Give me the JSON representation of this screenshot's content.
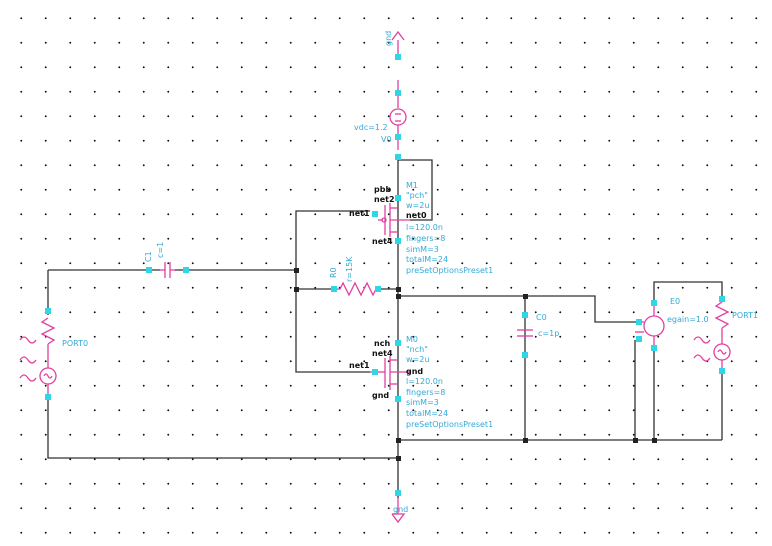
{
  "colors": {
    "wire": "#333333",
    "symbol": "#e040a0",
    "pin": "#2fd6e6",
    "label": "#33a9d6",
    "net_label": "#111111"
  },
  "vdd_net": "gnd",
  "gnd_net": "gnd",
  "v0": {
    "name": "V0",
    "value": "vdc=1.2"
  },
  "m1": {
    "name": "M1",
    "bulk": "pbb",
    "model": "\"pch\"",
    "drain": "net2",
    "w": "w=2u",
    "source": "net0",
    "gate_net": "net1",
    "drain_net": "net4",
    "l": "l=120.0n",
    "fingers": "fingers=8",
    "simM": "simM=3",
    "totalM": "totalM=24",
    "preset": "preSetOptionsPreset1"
  },
  "r0": {
    "name": "R0",
    "value": "r=15K"
  },
  "m0": {
    "name": "M0",
    "bulk": "nch",
    "model": "\"nch\"",
    "drain_net": "net4",
    "w": "w=2u",
    "gate_net": "net1",
    "source_net": "gnd",
    "bulk_net": "gnd",
    "l": "l=120.0n",
    "fingers": "fingers=8",
    "simM": "simM=3",
    "totalM": "totalM=24",
    "preset": "preSetOptionsPreset1"
  },
  "c1": {
    "name": "C1",
    "value": "c=1"
  },
  "c0": {
    "name": "C0",
    "value": "c=1p"
  },
  "e0": {
    "name": "E0",
    "value": "egain=1.0"
  },
  "port0": {
    "name": "PORT0"
  },
  "port1": {
    "name": "PORT1"
  }
}
